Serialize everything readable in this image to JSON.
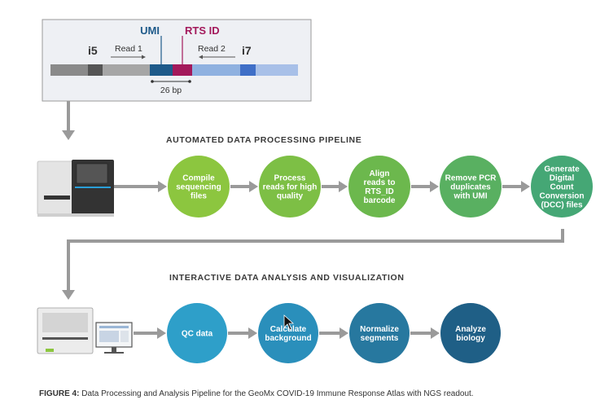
{
  "read_structure": {
    "umi_label": "UMI",
    "rts_label": "RTS ID",
    "i5_label": "i5",
    "i7_label": "i7",
    "read1_label": "Read 1",
    "read2_label": "Read 2",
    "bp_label": "26 bp",
    "colors": {
      "umi": "#1e5a8a",
      "rts": "#a3195b"
    }
  },
  "pipeline": {
    "title": "AUTOMATED DATA PROCESSING PIPELINE",
    "steps": [
      {
        "lines": [
          "Compile",
          "sequencing",
          "files"
        ]
      },
      {
        "lines": [
          "Process",
          "reads for high",
          "quality"
        ]
      },
      {
        "lines": [
          "Align",
          "reads to",
          "RTS_ID",
          "barcode"
        ]
      },
      {
        "lines": [
          "Remove PCR",
          "duplicates",
          "with UMI"
        ]
      },
      {
        "lines": [
          "Generate",
          "Digital",
          "Count",
          "Conversion",
          "(DCC) files"
        ]
      }
    ],
    "colors": [
      "#8cc63f",
      "#7dbf45",
      "#6cb84d",
      "#59b061",
      "#45a775"
    ]
  },
  "analysis": {
    "title": "INTERACTIVE DATA ANALYSIS AND VISUALIZATION",
    "steps": [
      {
        "lines": [
          "QC data"
        ]
      },
      {
        "lines": [
          "Calculate",
          "background"
        ]
      },
      {
        "lines": [
          "Normalize",
          "segments"
        ]
      },
      {
        "lines": [
          "Analyze",
          "biology"
        ]
      }
    ],
    "colors": [
      "#2e9fc9",
      "#2a8fbb",
      "#27789f",
      "#1f5f86"
    ]
  },
  "caption": {
    "label": "FIGURE 4:",
    "text": " Data Processing and Analysis Pipeline for the GeoMx COVID-19 Immune Response Atlas with NGS readout."
  }
}
